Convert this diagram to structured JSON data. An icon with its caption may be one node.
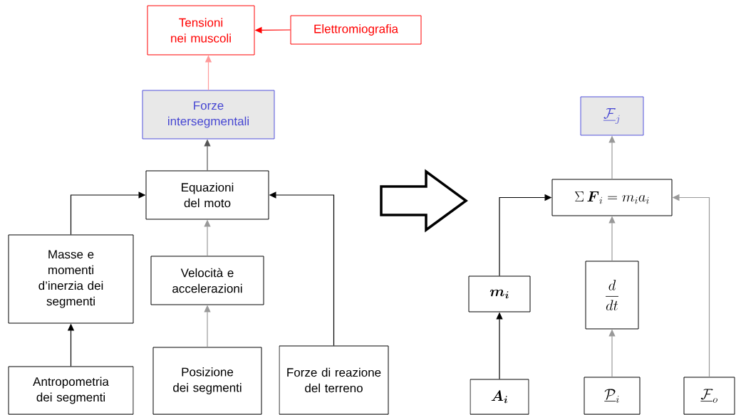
{
  "diagram": {
    "nodes": [
      {
        "text": [
          "Tensioni nei muscoli"
        ]
      },
      {
        "text": [
          "Elettromiografia"
        ]
      },
      {
        "text": [
          "Forze intersegmentali"
        ]
      },
      {
        "text": [
          "Equazioni del moto"
        ]
      },
      {
        "text": [
          "Masse e momenti d’inerzia dei segmenti"
        ]
      },
      {
        "text": [
          "Velocità e accelerazioni"
        ]
      },
      {
        "text": [
          "Antropometria dei segmenti"
        ]
      },
      {
        "text": [
          "Posizione dei segmenti"
        ]
      },
      {
        "text": [
          "Forze di reazione del terreno"
        ]
      },
      {
        "text": [
          "\\underline{\\mathcal{F}}_j"
        ]
      },
      {
        "text": [
          "\\Sigma\\,\\boldsymbol{F}_i = m_i a_i"
        ]
      },
      {
        "text": [
          "\\boldsymbol{m_i}"
        ]
      },
      {
        "text": [
          "\\dfrac{d}{dt}"
        ]
      },
      {
        "text": [
          "\\boldsymbol{A_i}"
        ]
      },
      {
        "text": [
          "\\underline{\\mathcal{P}}_i"
        ]
      },
      {
        "text": [
          "\\underline{\\mathcal{F}}_o"
        ]
      }
    ],
    "edges": [
      {
        "from": 1,
        "to": 0,
        "arrow": "to",
        "color": "#ff0000"
      },
      {
        "from": 2,
        "to": 0,
        "arrow": "to",
        "color": "#ff9999"
      },
      {
        "from": 3,
        "to": 2,
        "arrow": "to",
        "color": "#555555"
      },
      {
        "from": 4,
        "to": 3,
        "arrow": "to",
        "color": "#000000"
      },
      {
        "from": 5,
        "to": 3,
        "arrow": "to",
        "color": "#999999"
      },
      {
        "from": 8,
        "to": 3,
        "arrow": "to",
        "color": "#000000"
      },
      {
        "from": 6,
        "to": 4,
        "arrow": "to",
        "color": "#000000"
      },
      {
        "from": 7,
        "to": 5,
        "arrow": "to",
        "color": "#999999"
      },
      {
        "from": 10,
        "to": 9,
        "arrow": "to",
        "color": "#999999"
      },
      {
        "from": 11,
        "to": 10,
        "arrow": "to",
        "color": "#000000"
      },
      {
        "from": 12,
        "to": 10,
        "arrow": "to",
        "color": "#999999"
      },
      {
        "from": 15,
        "to": 10,
        "arrow": "to",
        "color": "#999999"
      },
      {
        "from": 13,
        "to": 11,
        "arrow": "to",
        "color": "#000000"
      },
      {
        "from": 14,
        "to": 12,
        "arrow": "to",
        "color": "#999999"
      }
    ]
  }
}
